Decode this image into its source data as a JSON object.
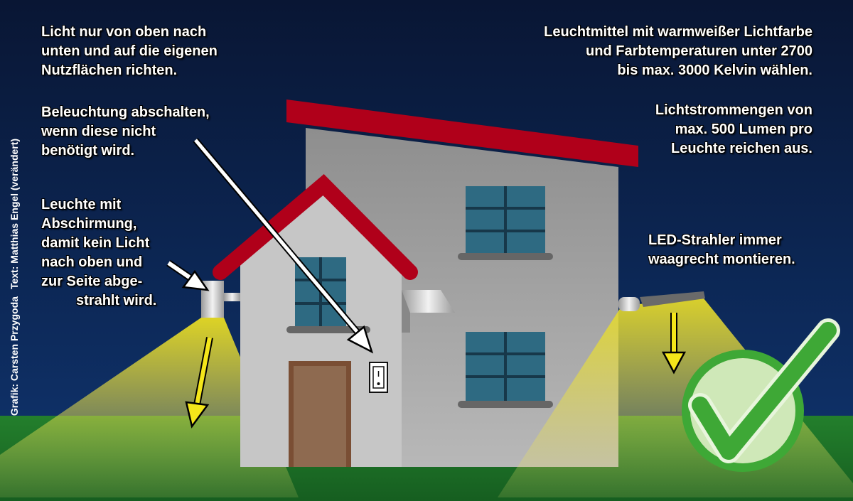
{
  "texts": {
    "top_left": [
      "Licht nur von oben nach",
      "unten und auf die eigenen",
      "Nutzflächen richten."
    ],
    "switch_off": [
      "Beleuchtung abschalten,",
      "wenn diese nicht",
      "benötigt wird."
    ],
    "shielded_lamp": [
      "Leuchte mit",
      "Abschirmung,",
      "damit kein Licht",
      "nach oben und",
      "zur Seite abge-",
      "strahlt wird."
    ],
    "warm_white": [
      "Leuchtmittel mit warmweißer Lichtfarbe",
      "und Farbtemperaturen unter 2700",
      "bis max. 3000 Kelvin wählen."
    ],
    "lumen": [
      "Lichtstrommengen von",
      "max. 500 Lumen pro",
      "Leuchte reichen aus."
    ],
    "led": [
      "LED-Strahler immer",
      "waagrecht montieren."
    ]
  },
  "credit": {
    "graphic": "Grafik: Carsten Przygoda",
    "text": "Text: Matthias Engel (verändert)"
  },
  "colors": {
    "sky_top": "#0a1838",
    "sky_bottom": "#0e3068",
    "grass": "#1f7a2b",
    "roof": "#b0001a",
    "wall": "#c4c4c4",
    "window": "#2e6a82",
    "door": "#8c6448",
    "check_green": "#3ea836",
    "light_yellow": "#e6dc2a"
  }
}
